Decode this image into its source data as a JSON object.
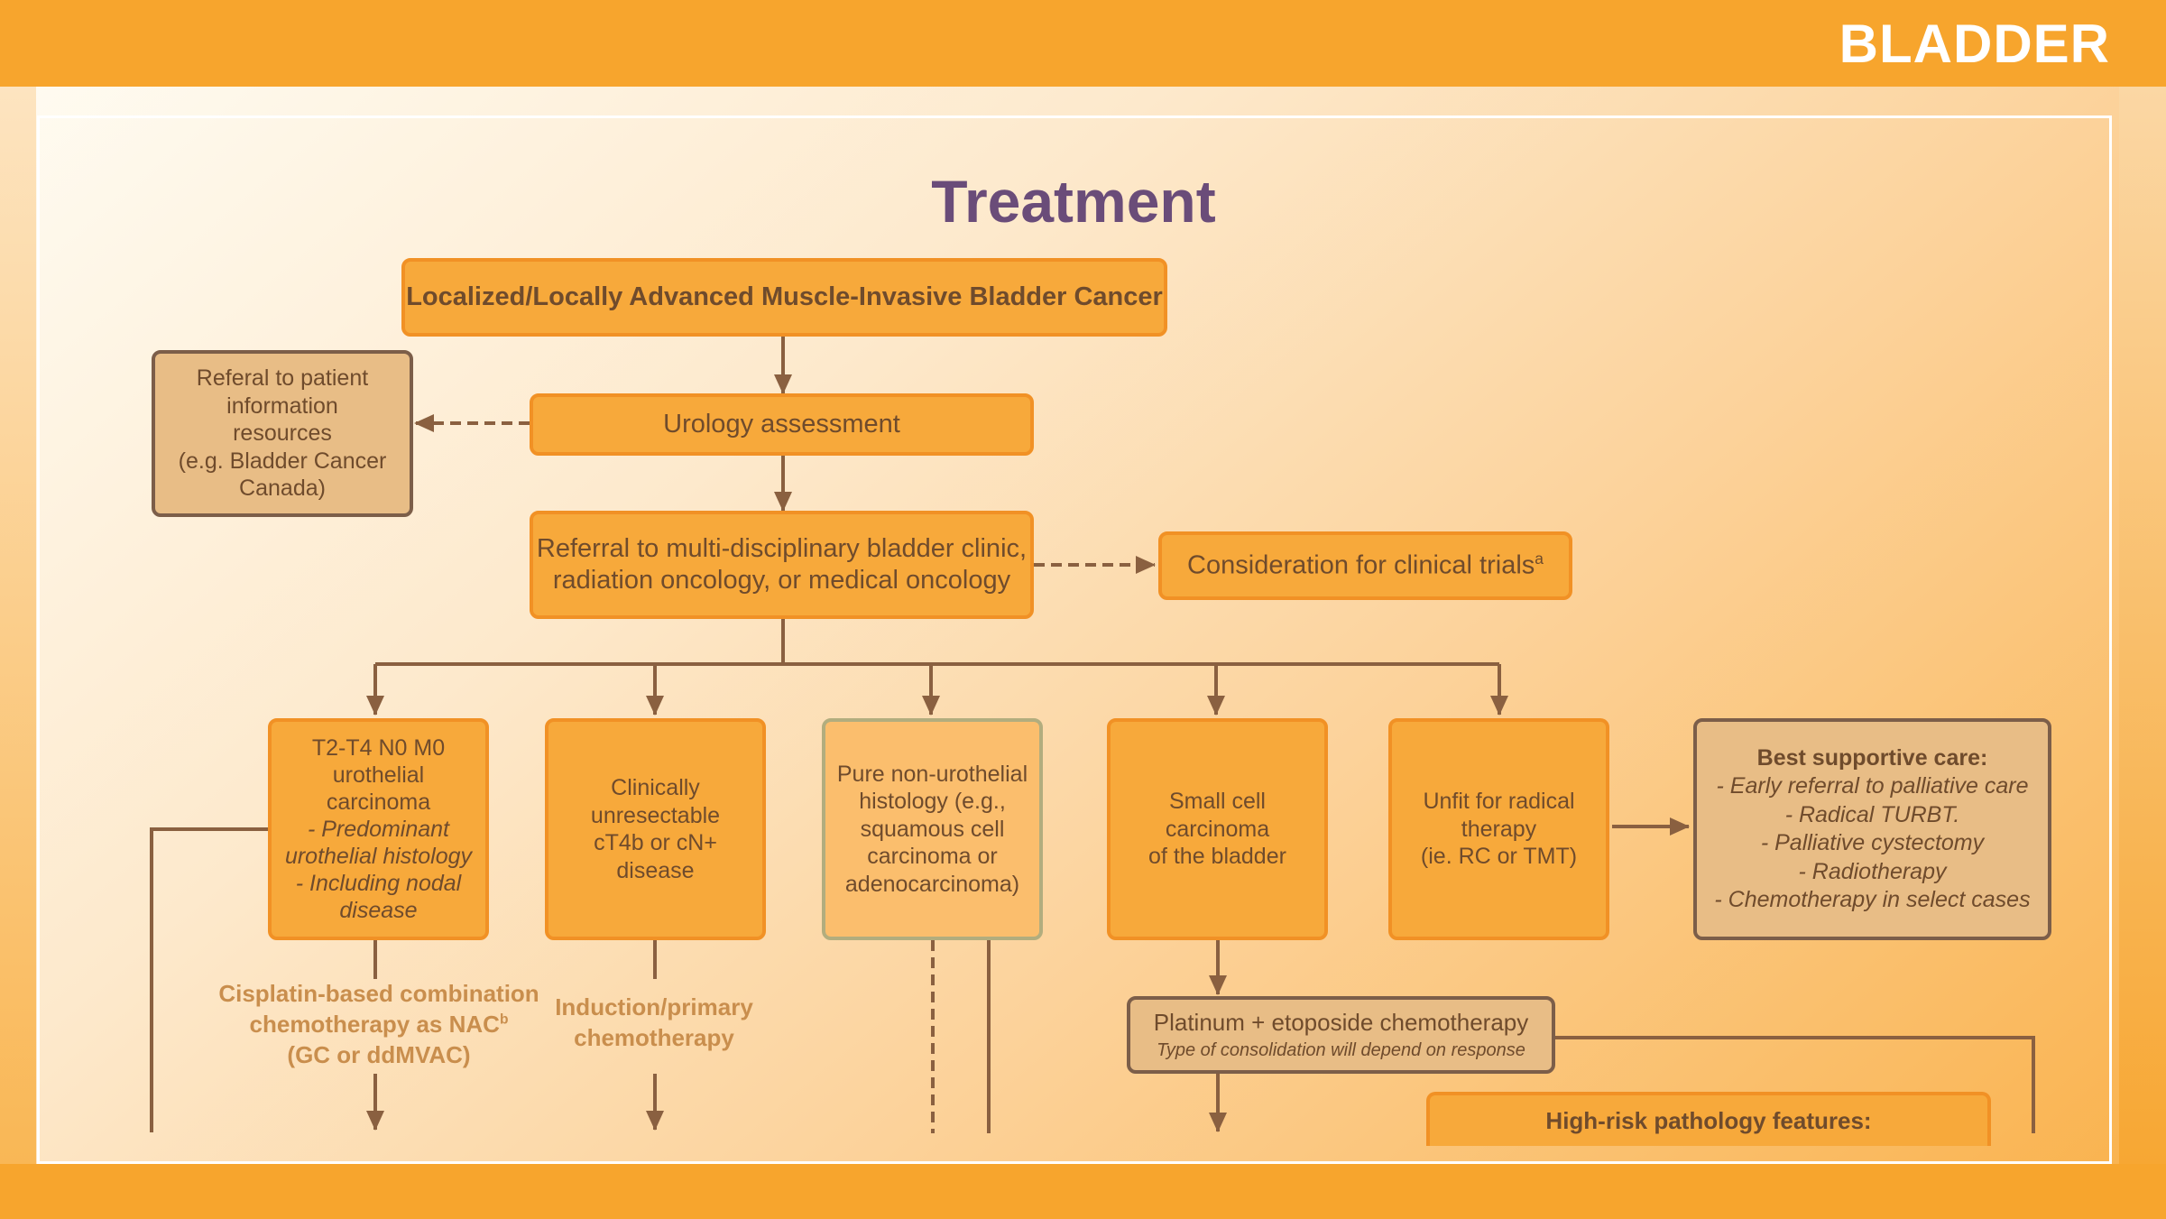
{
  "header": {
    "section_label": "BLADDER"
  },
  "title": "Treatment",
  "nodes": {
    "disease": "Localized/Locally Advanced Muscle-Invasive Bladder Cancer",
    "referral_info": [
      "Referal to patient",
      "information",
      "resources",
      "(e.g. Bladder Cancer",
      "Canada)"
    ],
    "urology": "Urology assessment",
    "mdt": [
      "Referral to multi-disciplinary bladder clinic,",
      "radiation oncology, or medical oncology"
    ],
    "trials": {
      "text": "Consideration for clinical trials",
      "sup": "a"
    },
    "t2": {
      "lines": [
        "T2-T4 N0 M0",
        "urothelial",
        "carcinoma"
      ],
      "italic_lines": [
        "- Predominant",
        "urothelial histology",
        "- Including nodal",
        "disease"
      ]
    },
    "unresectable": [
      "Clinically",
      "unresectable",
      "cT4b or cN+",
      "disease"
    ],
    "pure": [
      "Pure non-urothelial",
      "histology (e.g.,",
      "squamous cell",
      "carcinoma or",
      "adenocarcinoma)"
    ],
    "small_cell": [
      "Small cell",
      "carcinoma",
      "of the bladder"
    ],
    "unfit": [
      "Unfit for radical",
      "therapy",
      "(ie. RC or TMT)"
    ],
    "bsc": {
      "title": "Best supportive care:",
      "items": [
        "- Early referral to palliative care",
        "- Radical TURBT.",
        "- Palliative cystectomy",
        "- Radiotherapy",
        "- Chemotherapy in select cases"
      ]
    },
    "platinum": {
      "title": "Platinum + etoposide chemotherapy",
      "sub": "Type of consolidation will depend on response"
    },
    "high_risk": "High-risk pathology features:"
  },
  "captions": {
    "cisplatin": {
      "lines": [
        "Cisplatin-based combination",
        "chemotherapy as NAC",
        "(GC or ddMVAC)"
      ],
      "sup": "b"
    },
    "induction": [
      "Induction/primary",
      "chemotherapy"
    ]
  },
  "colors": {
    "bar": "#f7a52d",
    "box_fill": "#f7a93b",
    "box_border": "#f19125",
    "tan_fill": "#e8bd86",
    "tan_border": "#7c5e49",
    "title": "#6a4c79",
    "connector": "#8a6040"
  }
}
